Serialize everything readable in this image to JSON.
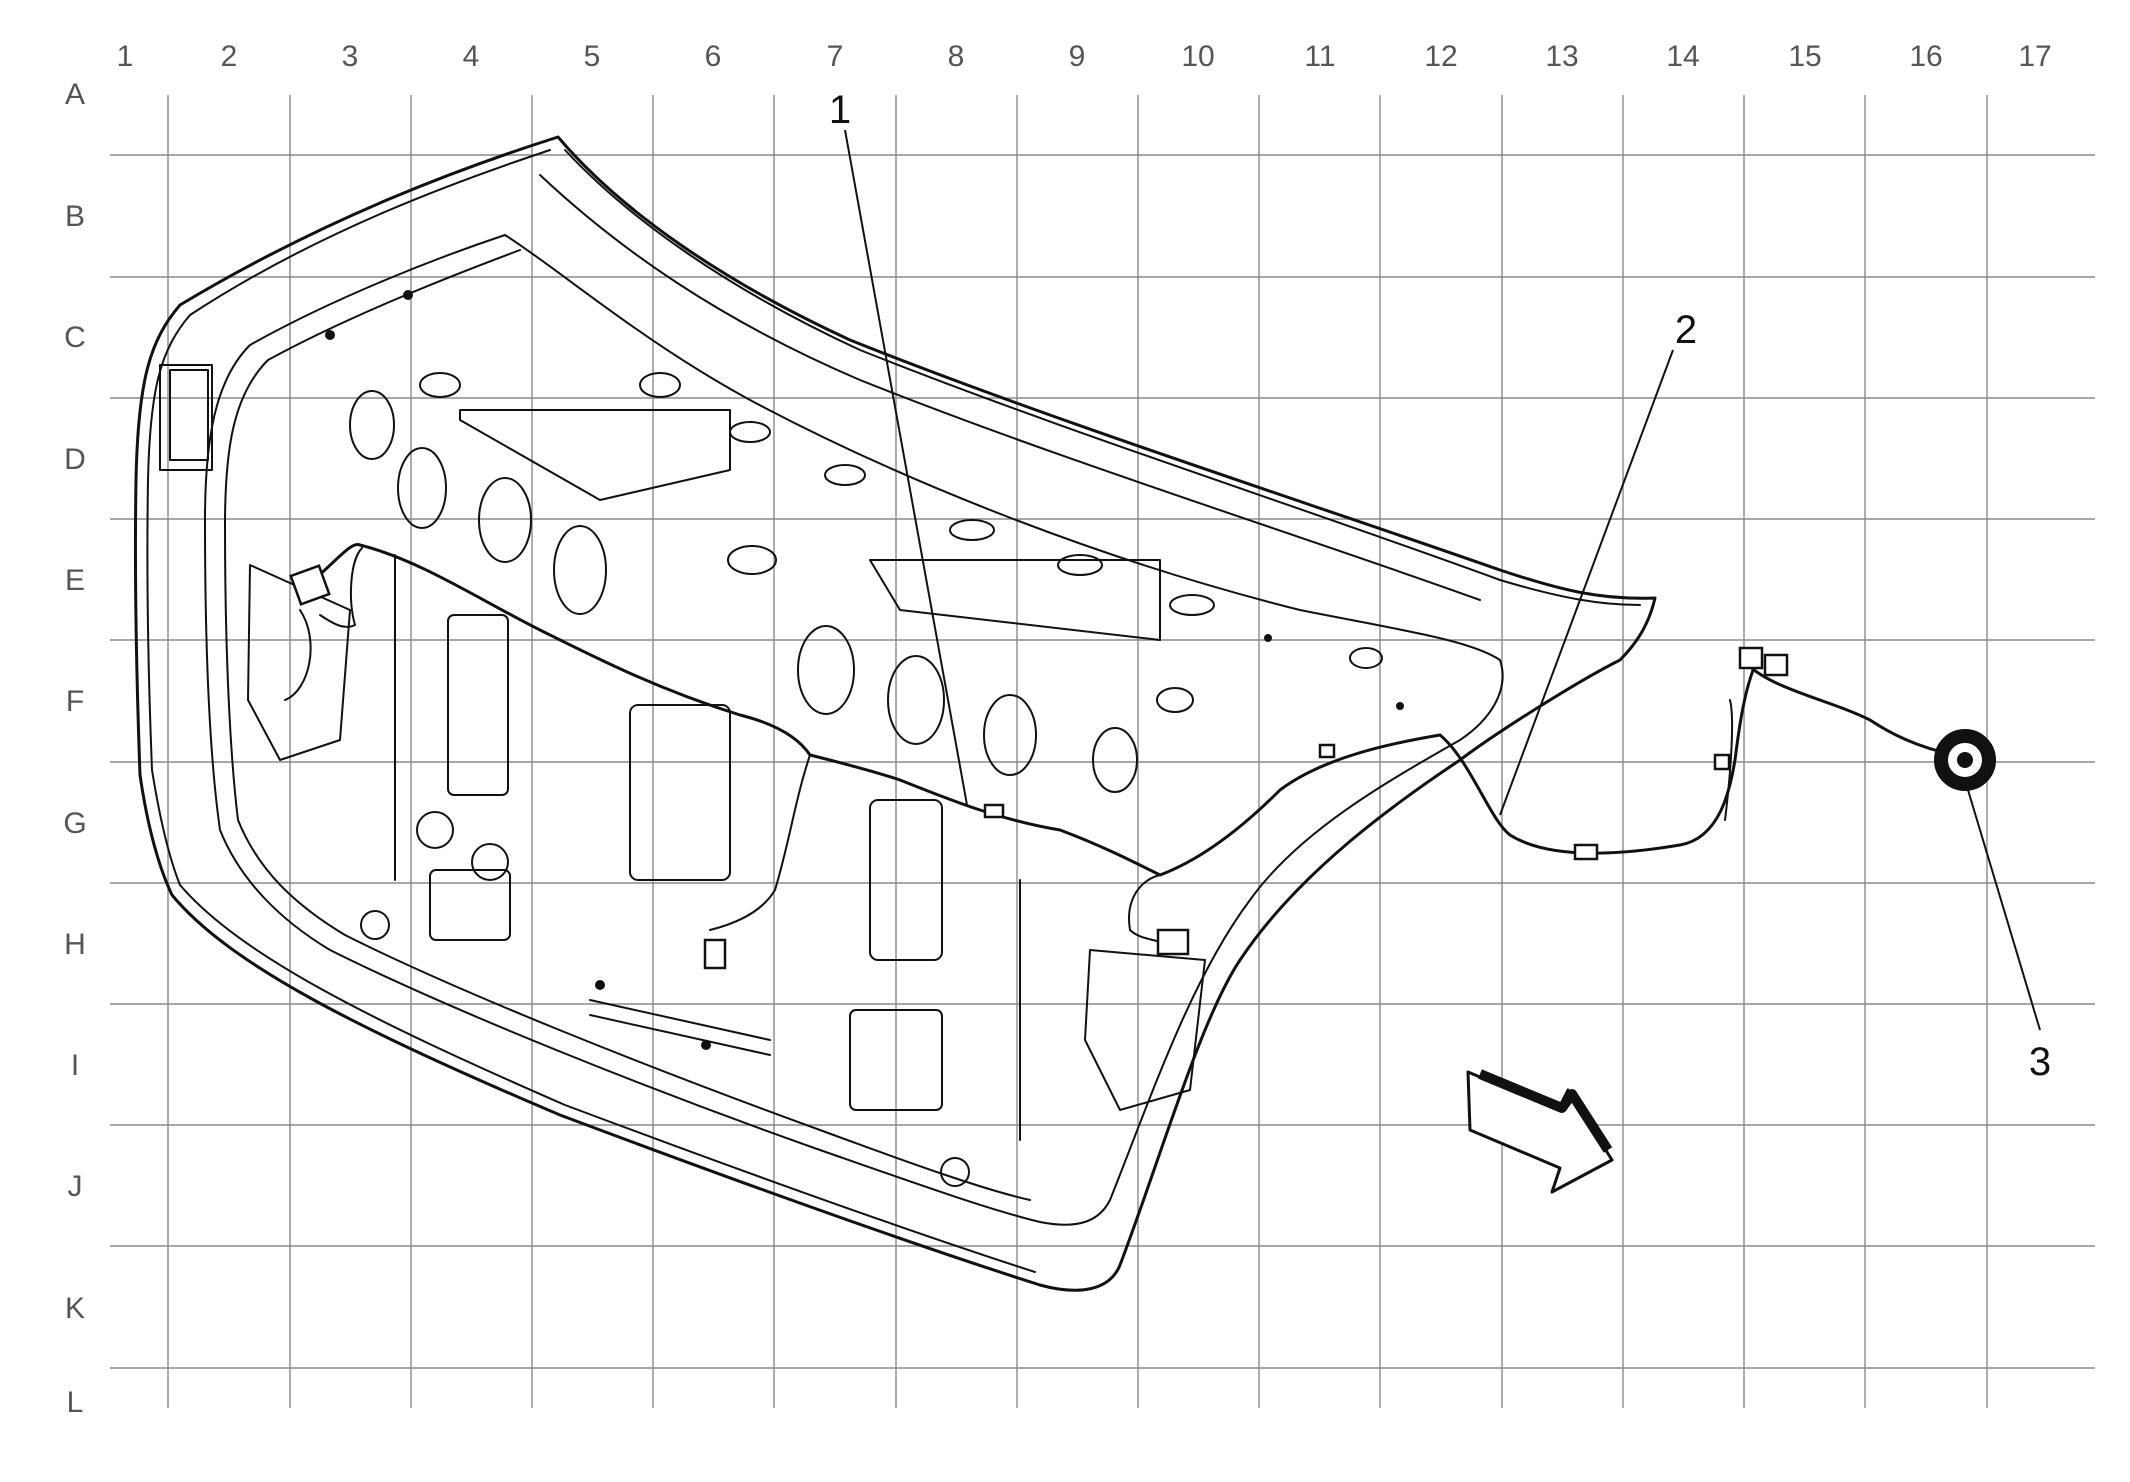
{
  "grid": {
    "columns": [
      "1",
      "2",
      "3",
      "4",
      "5",
      "6",
      "7",
      "8",
      "9",
      "10",
      "11",
      "12",
      "13",
      "14",
      "15",
      "16",
      "17"
    ],
    "rows": [
      "A",
      "B",
      "C",
      "D",
      "E",
      "F",
      "G",
      "H",
      "I",
      "J",
      "K",
      "L"
    ]
  },
  "callouts": [
    {
      "id": "1",
      "text": "1"
    },
    {
      "id": "2",
      "text": "2"
    },
    {
      "id": "3",
      "text": "3"
    }
  ],
  "colors": {
    "lines": "#111111",
    "grid": "#8a8a8a",
    "labels": "#555555",
    "background": "#ffffff"
  },
  "icons": {
    "direction_arrow": "forward-arrow-icon"
  }
}
